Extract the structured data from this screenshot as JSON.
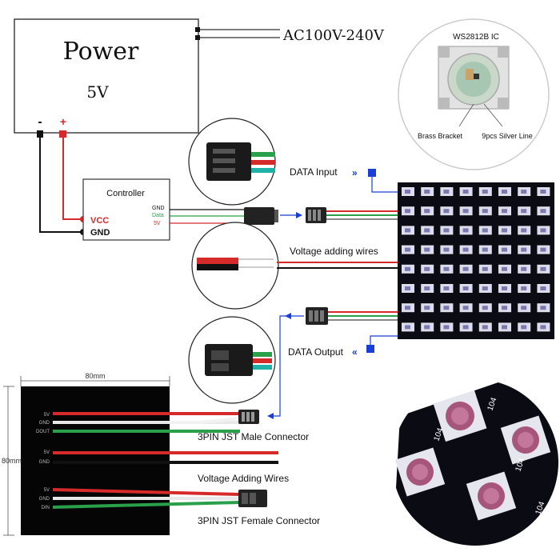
{
  "power": {
    "title": "Power",
    "voltage": "5V",
    "ac": "AC100V-240V",
    "minus": "-",
    "plus": "+"
  },
  "controller": {
    "title": "Controller",
    "vcc": "VCC",
    "gnd": "GND",
    "pin_gnd": "GND",
    "pin_data": "Data",
    "pin_5v": "5V"
  },
  "ic": {
    "title": "WS2812B IC",
    "left_label": "Brass Bracket",
    "right_label": "9pcs Silver Line"
  },
  "labels": {
    "data_input": "DATA  Input",
    "voltage_adding": "Voltage adding wires",
    "data_output": "DATA Output",
    "male_connector": "3PIN JST Male Connector",
    "voltage_adding_2": "Voltage Adding Wires",
    "female_connector": "3PIN JST Female Connector"
  },
  "panel": {
    "width_dim": "80mm",
    "height_dim": "80mm",
    "pins_top": [
      "5V",
      "GND",
      "DOUT"
    ],
    "pins_mid": [
      "5V",
      "GND"
    ],
    "pins_bot": [
      "5V",
      "GND",
      "DIN"
    ]
  },
  "closeup": {
    "codes": [
      "104",
      "104",
      "104",
      "104",
      "104"
    ]
  },
  "colors": {
    "red": "#d62a2a",
    "green": "#2aa04a",
    "blue": "#1a3fd6",
    "black": "#111111",
    "pcb": "#0b0b14",
    "led": "#e6e6ee"
  }
}
